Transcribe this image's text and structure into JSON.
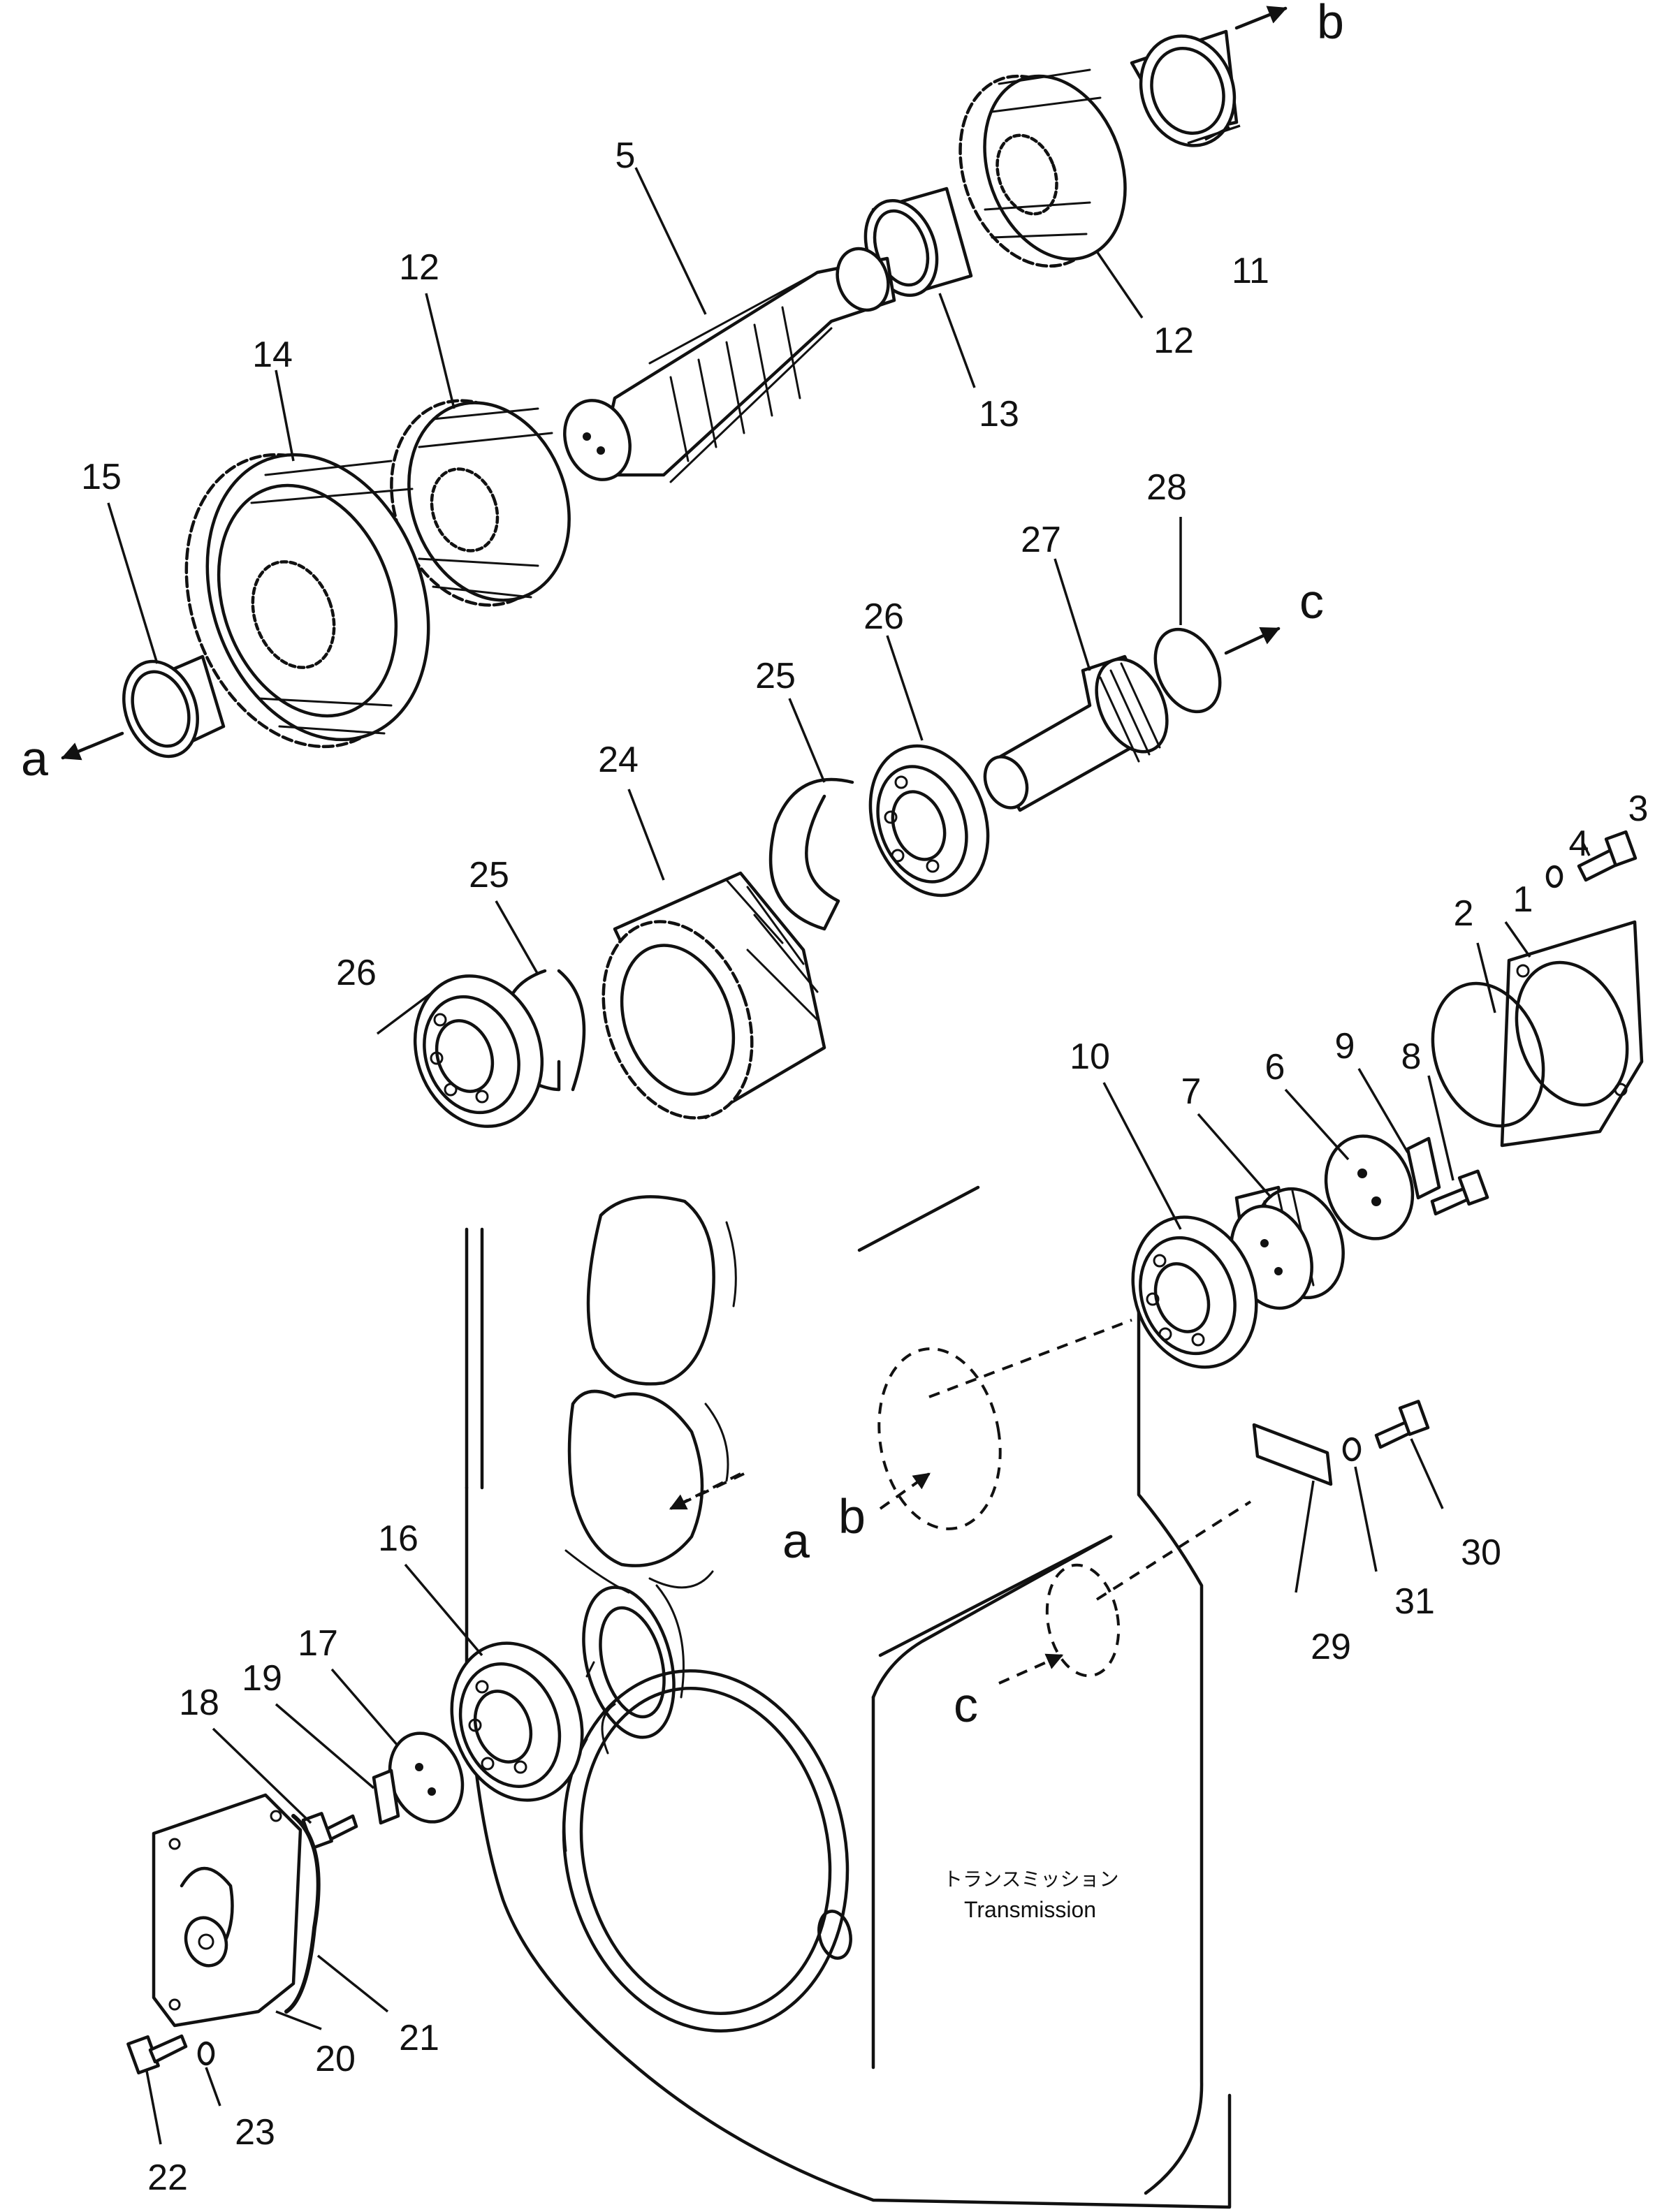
{
  "caption": {
    "japanese": "トランスミッション",
    "english": "Transmission"
  },
  "part_numbers": {
    "p1": "1",
    "p2": "2",
    "p3": "3",
    "p4": "4",
    "p5": "5",
    "p6": "6",
    "p7": "7",
    "p8": "8",
    "p9": "9",
    "p10": "10",
    "p11": "11",
    "p12a": "12",
    "p12b": "12",
    "p13": "13",
    "p14": "14",
    "p15": "15",
    "p16": "16",
    "p17": "17",
    "p18": "18",
    "p19": "19",
    "p20": "20",
    "p21": "21",
    "p22": "22",
    "p23": "23",
    "p24": "24",
    "p25a": "25",
    "p25b": "25",
    "p26a": "26",
    "p26b": "26",
    "p27": "27",
    "p28": "28",
    "p29": "29",
    "p30": "30",
    "p31": "31"
  },
  "references": {
    "a_top": "a",
    "b_top": "b",
    "c_top": "c",
    "a_case": "a",
    "b_case": "b",
    "c_case": "c"
  }
}
